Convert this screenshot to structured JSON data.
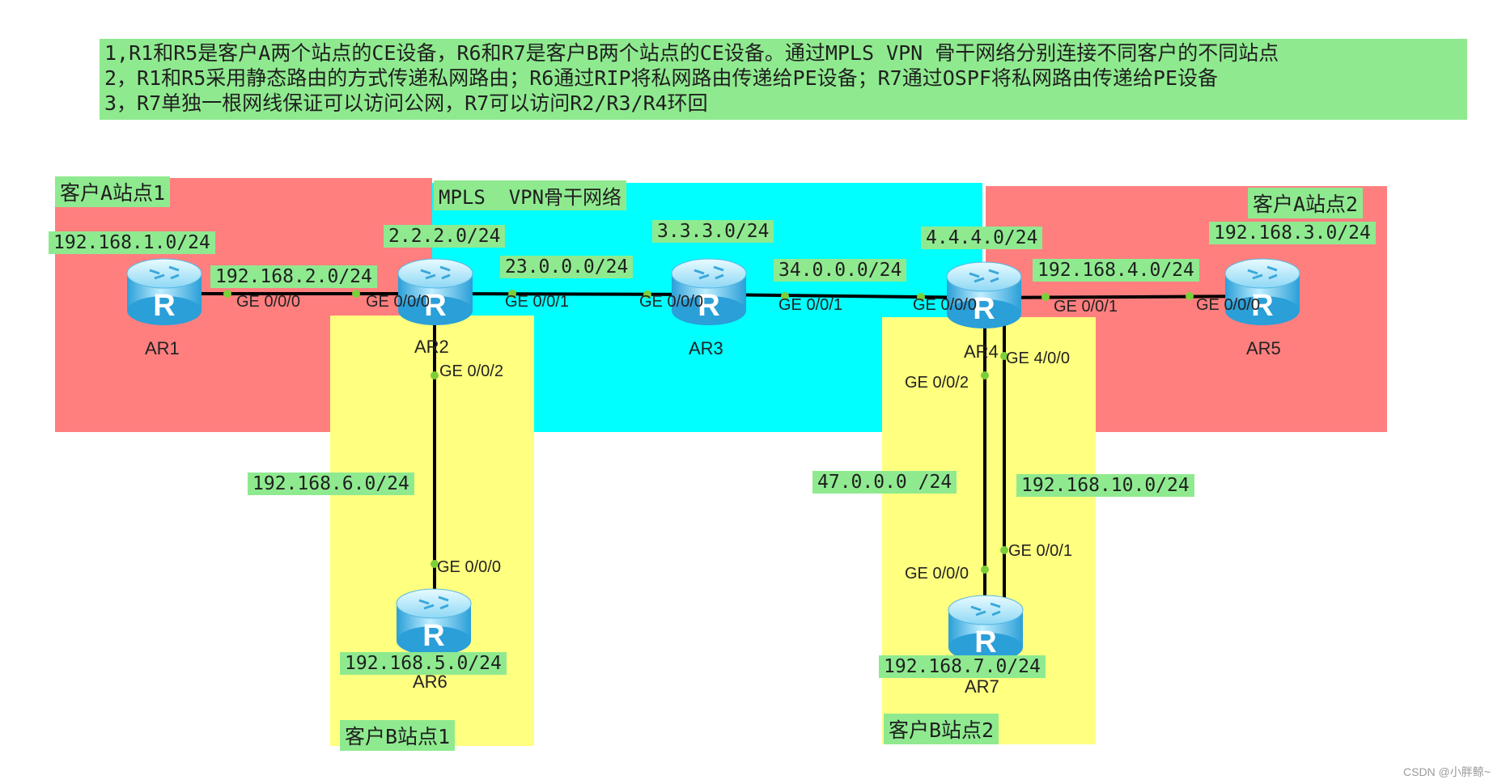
{
  "notes": [
    "1,R1和R5是客户A两个站点的CE设备，R6和R7是客户B两个站点的CE设备。通过MPLS VPN 骨干网络分别连接不同客户的不同站点",
    "2，R1和R5采用静态路由的方式传递私网路由；R6通过RIP将私网路由传递给PE设备；R7通过OSPF将私网路由传递给PE设备",
    "3，R7单独一根网线保证可以访问公网，R7可以访问R2/R3/R4环回"
  ],
  "zones": {
    "a1": "客户A站点1",
    "a2": "客户A站点2",
    "mpls": "MPLS  VPN骨干网络",
    "b1": "客户B站点1",
    "b2": "客户B站点2"
  },
  "routers": {
    "ar1": {
      "name": "AR1",
      "net": "192.168.1.0/24",
      "icon": "R"
    },
    "ar2": {
      "name": "AR2",
      "net": "2.2.2.0/24",
      "icon": "R"
    },
    "ar3": {
      "name": "AR3",
      "net": "3.3.3.0/24",
      "icon": "R"
    },
    "ar4": {
      "name": "AR4",
      "net": "4.4.4.0/24",
      "icon": "R"
    },
    "ar5": {
      "name": "AR5",
      "net": "192.168.3.0/24",
      "icon": "R"
    },
    "ar6": {
      "name": "AR6",
      "net": "192.168.5.0/24",
      "icon": "R"
    },
    "ar7": {
      "name": "AR7",
      "net": "192.168.7.0/24",
      "icon": "R"
    }
  },
  "links": {
    "ar1_ar2": "192.168.2.0/24",
    "ar2_ar3": "23.0.0.0/24",
    "ar3_ar4": "34.0.0.0/24",
    "ar4_ar5": "192.168.4.0/24",
    "ar2_ar6": "192.168.6.0/24",
    "ar4_ar7_a": "47.0.0.0 /24",
    "ar4_ar7_b": "192.168.10.0/24"
  },
  "ports": {
    "ar1_g000": "GE 0/0/0",
    "ar2_g000": "GE 0/0/0",
    "ar2_g001": "GE 0/0/1",
    "ar2_g002": "GE 0/0/2",
    "ar3_g000": "GE 0/0/0",
    "ar3_g001": "GE 0/0/1",
    "ar4_g000": "GE 0/0/0",
    "ar4_g001": "GE 0/0/1",
    "ar4_g002": "GE 0/0/2",
    "ar4_g400": "GE 4/0/0",
    "ar5_g000": "GE 0/0/0",
    "ar6_g000": "GE 0/0/0",
    "ar7_g000": "GE 0/0/0",
    "ar7_g001": "GE 0/0/1"
  },
  "watermark": "CSDN @小胖鲸~",
  "colors": {
    "note_bg": "#8fea8f",
    "zone_a": "#ff7f7f",
    "zone_mpls": "#00ffff",
    "zone_b": "#ffff80",
    "router_light": "#bfeeff",
    "router_dark": "#2a9fd8",
    "link": "#000000",
    "port_dot": "#7ccf3a"
  }
}
